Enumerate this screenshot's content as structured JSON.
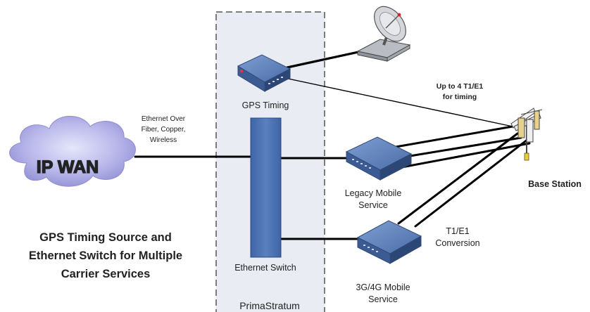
{
  "cloud_label": "IP WAN",
  "link_label": {
    "line1": "Ethernet Over",
    "line2": "Fiber, Copper,",
    "line3": "Wireless"
  },
  "gps_device_label": "GPS Timing",
  "switch_label": "Ethernet Switch",
  "enclosure_label": "PrimaStratum",
  "timing_note": {
    "line1": "Up to 4 T1/E1",
    "line2": "for timing"
  },
  "legacy_label": {
    "line1": "Legacy Mobile",
    "line2": "Service"
  },
  "mobile_3g4g_label": {
    "line1": "3G/4G Mobile",
    "line2": "Service"
  },
  "conversion_label": {
    "line1": "T1/E1",
    "line2": "Conversion"
  },
  "base_station_label": "Base Station",
  "caption": {
    "line1": "GPS Timing Source and",
    "line2": "Ethernet Switch for Multiple",
    "line3": "Carrier Services"
  },
  "colors": {
    "device_blue": "#5b7fb8",
    "device_dark": "#34507e",
    "switch_blue": "#4c72b0",
    "enclosure_bg": "#e9ecf2",
    "cloud_purple": "#b7b6ea",
    "timing_red": "#e31b1b"
  },
  "icons": [
    "satellite-dish-icon",
    "base-station-tower-icon",
    "cloud-icon"
  ]
}
